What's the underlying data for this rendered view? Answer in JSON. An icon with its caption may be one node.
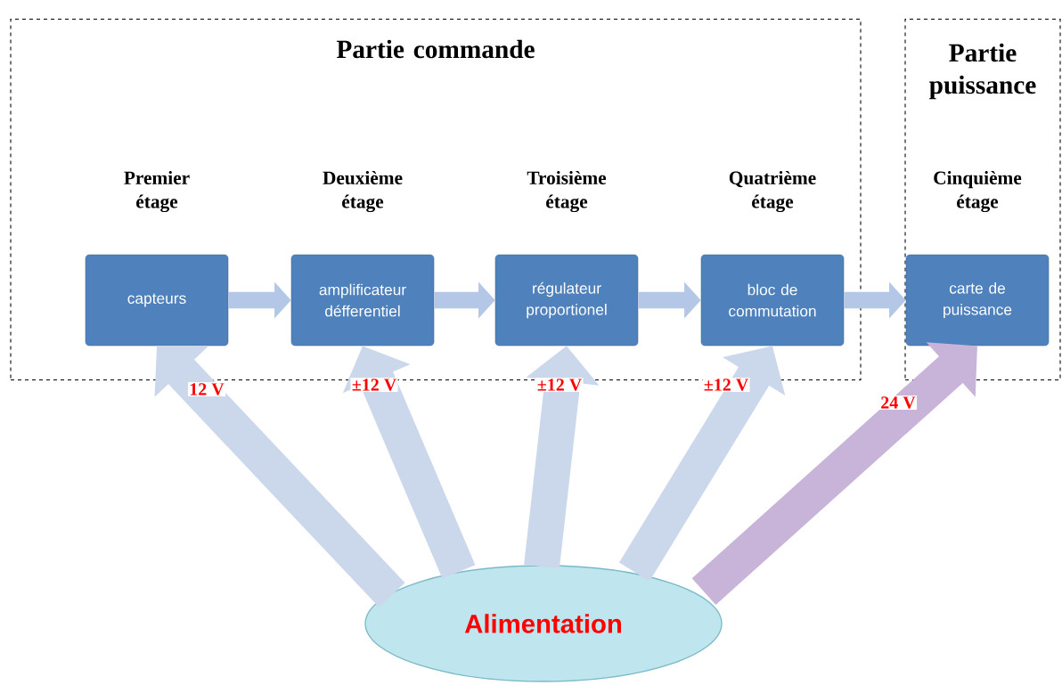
{
  "diagram": {
    "nodes": [
      {
        "text": [
          "Partie commande"
        ]
      },
      {
        "text": [
          "Partie puissance"
        ]
      },
      {
        "text": [
          "Premier étage",
          "capteurs"
        ],
        "in": 0
      },
      {
        "text": [
          "Deuxième étage",
          "amplificateur défferentiel"
        ],
        "in": 0
      },
      {
        "text": [
          "Troisième étage",
          "régulateur proportionel"
        ],
        "in": 0
      },
      {
        "text": [
          "Quatrième étage",
          "bloc de commutation"
        ],
        "in": 0
      },
      {
        "text": [
          "Cinquième étage",
          "carte de puissance"
        ],
        "in": 1
      },
      {
        "text": [
          "Alimentation"
        ]
      }
    ],
    "edges": [
      {
        "from": 2,
        "to": 3,
        "arrow": "to"
      },
      {
        "from": 3,
        "to": 4,
        "arrow": "to"
      },
      {
        "from": 4,
        "to": 5,
        "arrow": "to"
      },
      {
        "from": 5,
        "to": 6,
        "arrow": "to"
      },
      {
        "from": 7,
        "to": 2,
        "arrow": "to",
        "label": "12 V"
      },
      {
        "from": 7,
        "to": 3,
        "arrow": "to",
        "label": "±12 V"
      },
      {
        "from": 7,
        "to": 4,
        "arrow": "to",
        "label": "±12 V"
      },
      {
        "from": 7,
        "to": 5,
        "arrow": "to",
        "label": "±12 V"
      },
      {
        "from": 7,
        "to": 6,
        "arrow": "to",
        "label": "24 V",
        "color": "#c8b4d8"
      }
    ]
  }
}
